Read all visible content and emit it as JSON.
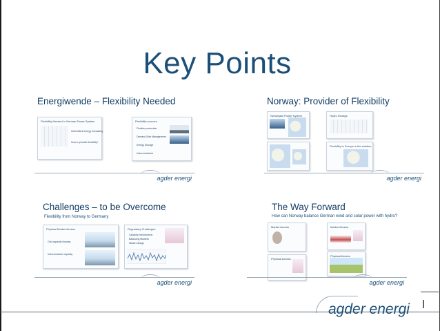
{
  "title": "Key Points",
  "brand": "agder energi",
  "slides": [
    {
      "title": "Energiwende – Flexibility Needed",
      "footer": "agder energi",
      "card_titles": [
        "Flexibility Needed in German Power System",
        "Flexibility sources"
      ],
      "card_lines": [
        "Intermittent energy increasing",
        "How to provide flexibility?",
        "Flexible production",
        "Demand Side Management",
        "Energy Storage",
        "Interconnectors"
      ]
    },
    {
      "title": "Norway: Provider of Flexibility",
      "footer": "agder energi",
      "card_titles": [
        "Norwegian Power System",
        "Hydro Storage",
        "Flexibility to Europe is the solution"
      ]
    },
    {
      "title": "Challenges – to be Overcome",
      "subtitle": "Flexibility from Norway to Germany",
      "footer": "agder energi",
      "card_titles": [
        "Physical Market Access",
        "Regulatory Challenges"
      ],
      "card_lines": [
        "Grid capacity Norway",
        "Interconnector capacity",
        "Capacity mechanisms",
        "Balancing Markets",
        "Market design"
      ]
    },
    {
      "title": "The Way Forward",
      "subtitle": "How can Norway balance German wind and solar power with hydro?",
      "footer": "agder energi",
      "card_titles": [
        "Market Access",
        "Market Access",
        "Physical Access",
        "Physical Access"
      ]
    }
  ]
}
